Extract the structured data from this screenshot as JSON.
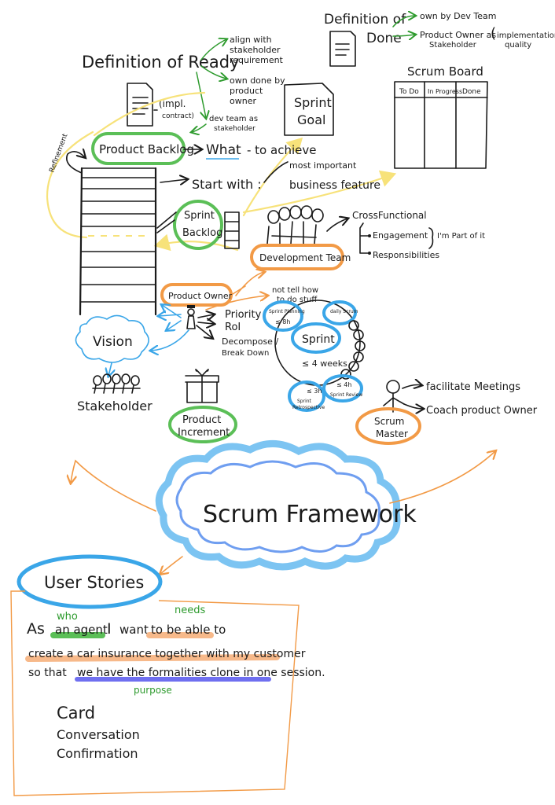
{
  "colors": {
    "ink": "#1a1a1a",
    "green": "#2e9b2e",
    "green_outline": "#5bbf57",
    "yellow": "#f7e27a",
    "orange": "#f29a46",
    "blue": "#3aa6e8",
    "light_blue": "#7cc4f2",
    "purple": "#6f6ff0"
  },
  "definition_of_done": {
    "title_line1": "Definition of",
    "title_line2": "Done",
    "own_by": "own by Dev Team",
    "po_line1": "Product Owner as",
    "po_line2": "Stakeholder",
    "quality_line1": "implementation",
    "quality_line2": "quality"
  },
  "definition_of_ready": {
    "title": "Definition of Ready",
    "align_line1": "align with",
    "align_line2": "stakeholder",
    "align_line3": "requirement",
    "own_line1": "own done by",
    "own_line2": "product",
    "own_line3": "owner",
    "dev_line1": "dev team as",
    "dev_line2": "stakeholder",
    "impl_line1": "(impl.",
    "impl_line2": "contract)"
  },
  "scrum_board": {
    "title": "Scrum Board",
    "columns": [
      "To Do",
      "In Progress",
      "Done"
    ]
  },
  "sprint_goal": {
    "line1": "Sprint",
    "line2": "Goal"
  },
  "product_backlog": {
    "label": "Product Backlog",
    "refinement": "Refinement",
    "what": "What",
    "to_achieve": "- to achieve",
    "start_with": "Start with :",
    "feature_line1": "most important",
    "feature_line2": "business feature"
  },
  "sprint_backlog": {
    "line1": "Sprint",
    "line2": "Backlog"
  },
  "development_team": {
    "label": "Development Team",
    "cross_functional": "CrossFunctional",
    "engagement": "Engagement",
    "responsibilities": "Responsibilities",
    "part_of_it": "I'm Part of it"
  },
  "product_owner": {
    "label": "Product Owner",
    "not_tell_line1": "not tell how",
    "not_tell_line2": "to do stuff",
    "priority": "Priority",
    "roi": "RoI",
    "decompose_line1": "Decompose /",
    "decompose_line2": "Break Down"
  },
  "vision": "Vision",
  "stakeholder": "Stakeholder",
  "sprint_cycle": {
    "sprint": "Sprint",
    "weeks": "≤ 4 weeks",
    "planning": "Sprint Planning",
    "daily": "daily Scrum",
    "review": "Sprint Review",
    "retro_line1": "Sprint",
    "retro_line2": "Retrospective",
    "t8": "≤ 8h",
    "t3": "≤ 3h",
    "t4": "≤ 4h"
  },
  "scrum_master": {
    "line1": "Scrum",
    "line2": "Master",
    "facilitate": "facilitate Meetings",
    "coach": "Coach product Owner"
  },
  "product_increment": {
    "line1": "Product",
    "line2": "Increment"
  },
  "framework_title": "Scrum Framework",
  "user_stories": {
    "title": "User Stories",
    "who": "who",
    "needs": "needs",
    "purpose": "purpose",
    "as": "As",
    "an_agent": "an agent",
    "i": "I",
    "want": "want",
    "to_be_able_to": "to be able to",
    "line2": "create a car insurance together with my customer",
    "so_that": "so that",
    "purpose_text": "we have the formalities clone in one session.",
    "card": "Card",
    "conversation": "Conversation",
    "confirmation": "Confirmation"
  }
}
